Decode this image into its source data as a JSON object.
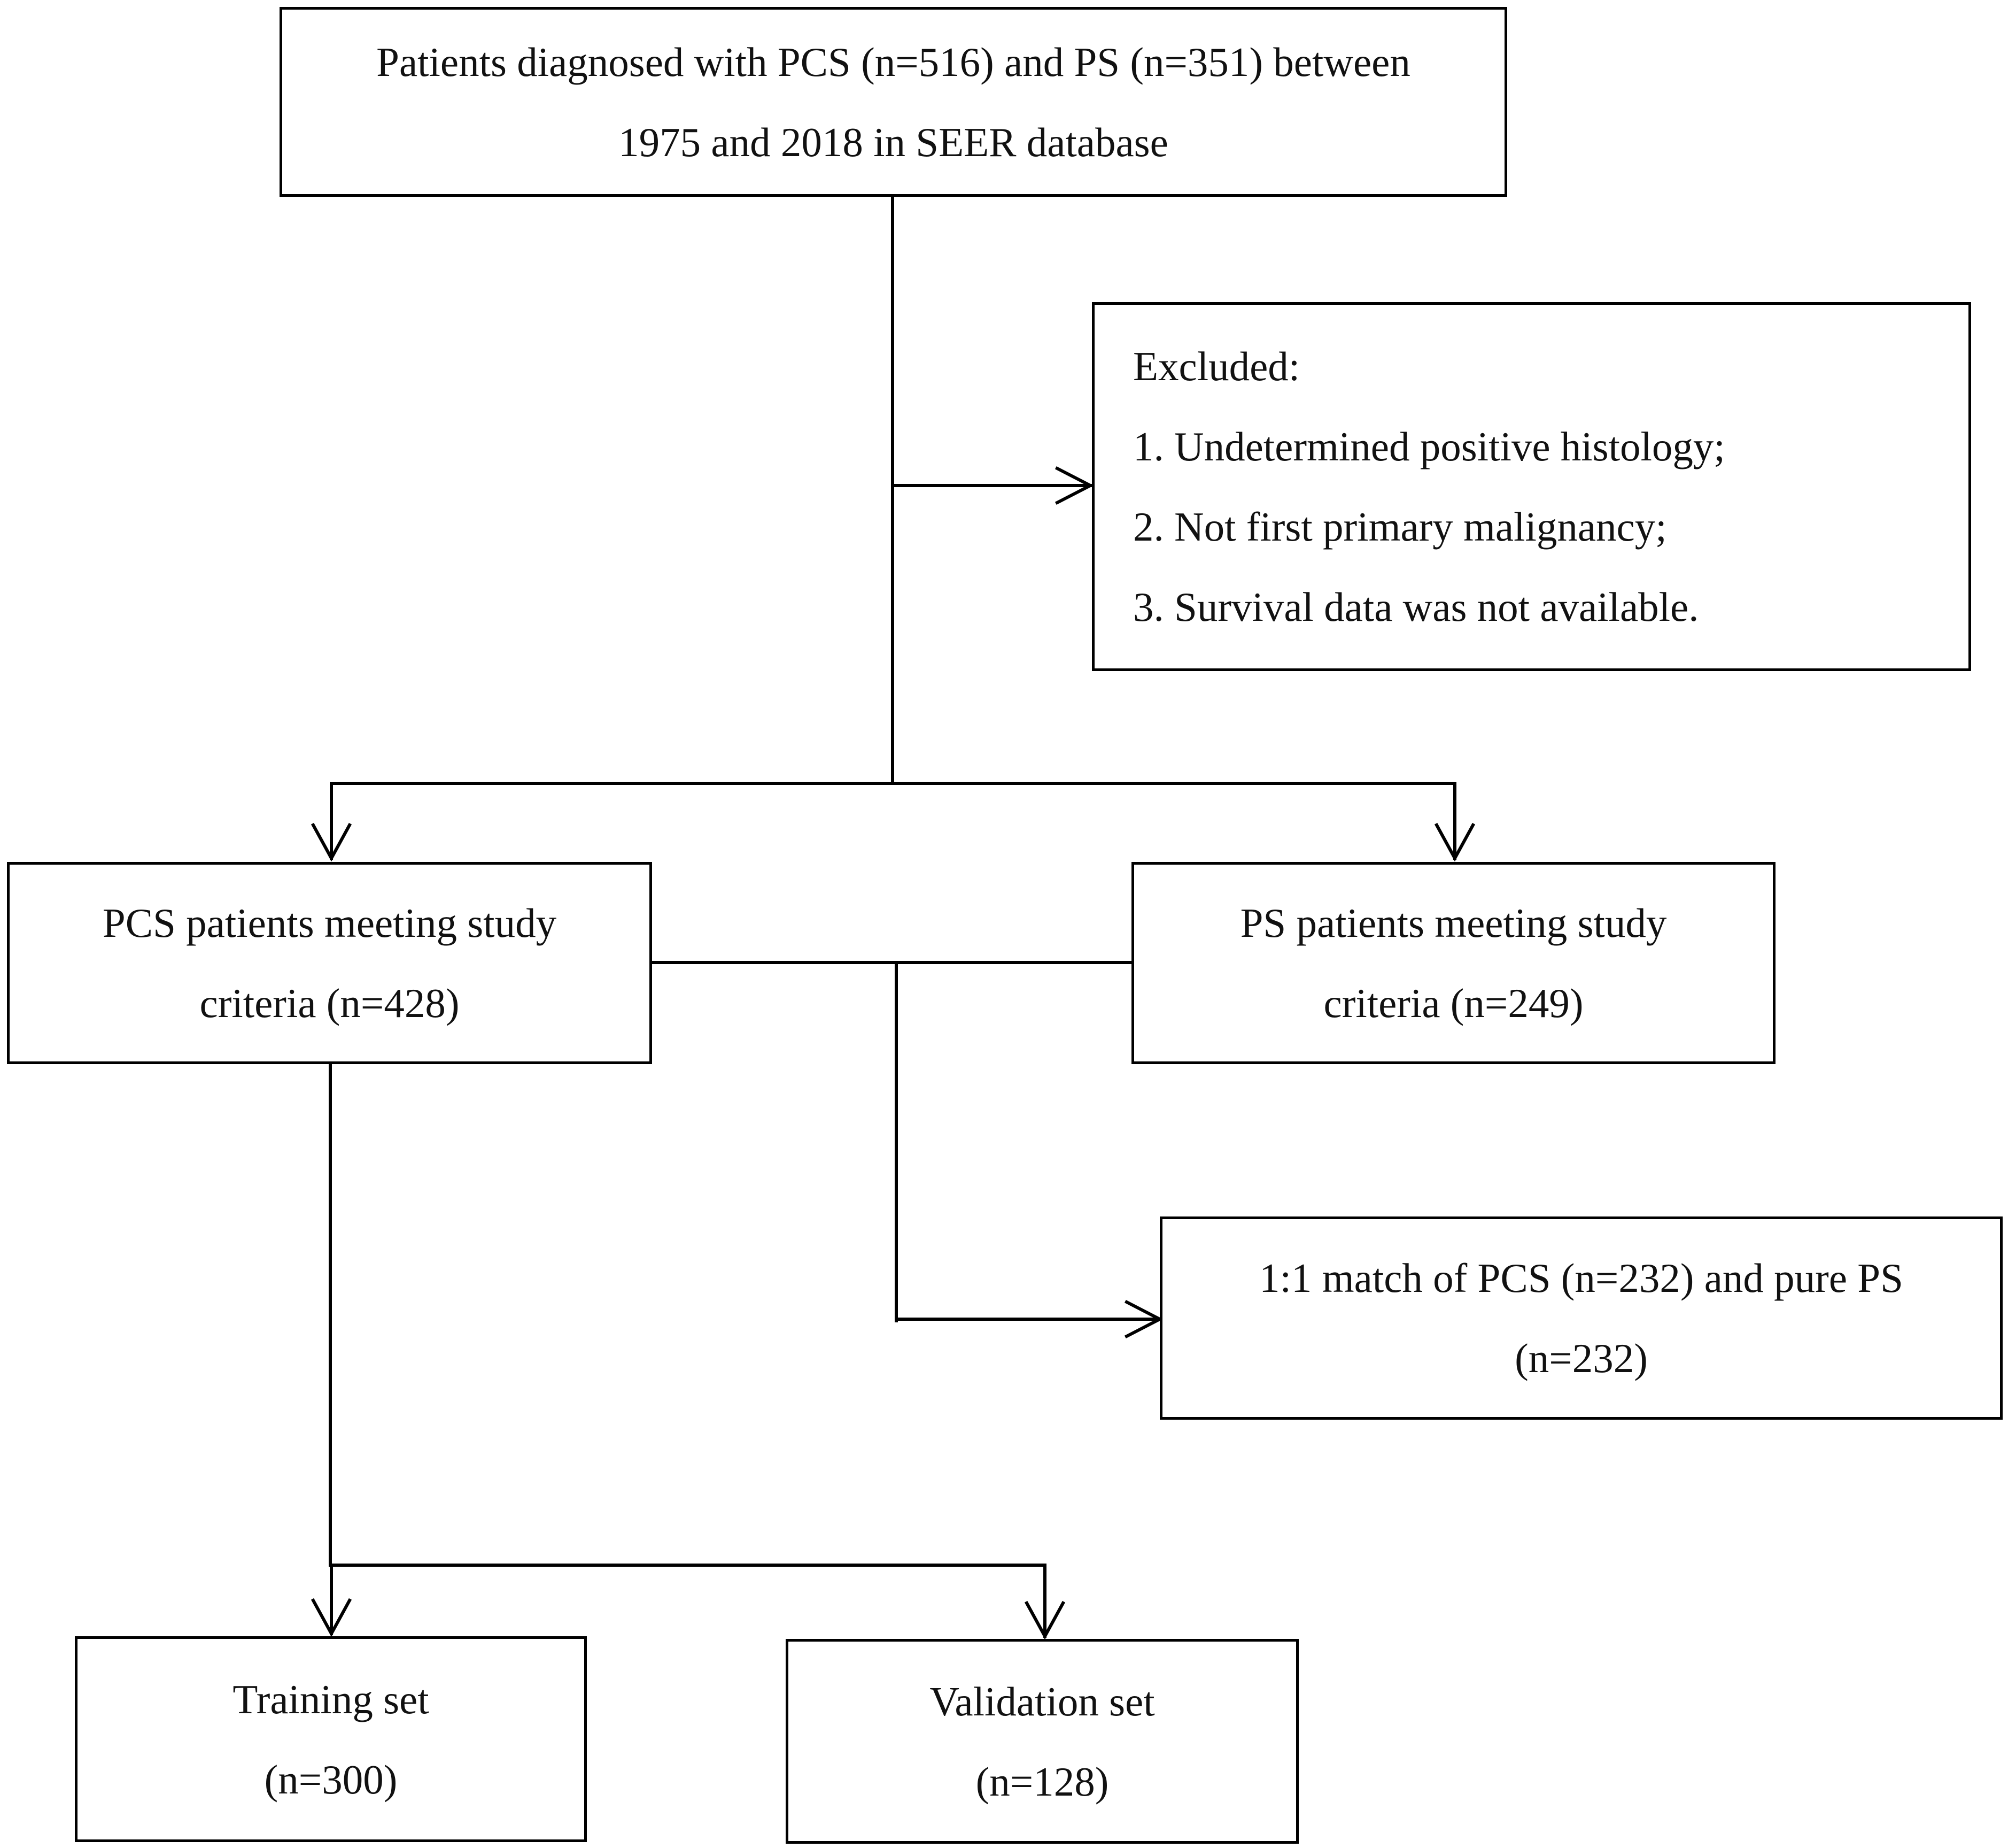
{
  "boxes": {
    "source": {
      "line1": "Patients diagnosed with PCS (n=516) and PS (n=351) between",
      "line2": "1975 and 2018 in SEER database"
    },
    "excluded": {
      "title": "Excluded:",
      "items": [
        "1. Undetermined positive histology;",
        "2. Not first primary malignancy;",
        "3. Survival data was not available."
      ]
    },
    "pcs_cohort": {
      "line1": "PCS patients meeting study",
      "line2": "criteria (n=428)"
    },
    "ps_cohort": {
      "line1": "PS patients meeting study",
      "line2": "criteria (n=249)"
    },
    "matched": {
      "line1": "1:1 match of PCS (n=232) and pure PS",
      "line2": "(n=232)"
    },
    "training": {
      "line1": "Training set",
      "line2": "(n=300)"
    },
    "validation": {
      "line1": "Validation set",
      "line2": "(n=128)"
    }
  },
  "colors": {
    "line": "#000000",
    "text": "#111111",
    "background": "#ffffff"
  }
}
